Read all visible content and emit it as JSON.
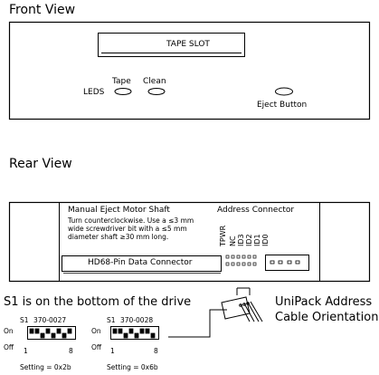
{
  "front": {
    "title": "Front View",
    "tape_slot": "TAPE SLOT",
    "leds_label": "LEDS",
    "tape_led": "Tape",
    "clean_led": "Clean",
    "eject_button": "Eject Button"
  },
  "rear": {
    "title": "Rear View",
    "motor_shaft_title": "Manual Eject Motor Shaft",
    "motor_note_1": "Turn counterclockwise. Use a ≤3 mm",
    "motor_note_2": "wide screwdriver bit with a ≤5 mm",
    "motor_note_3": "diameter shaft ≥30 mm long.",
    "address_connector": "Address Connector",
    "pins": [
      "TPWR",
      "NC",
      "ID3",
      "ID2",
      "ID1",
      "ID0"
    ],
    "data_connector": "HD68-Pin Data Connector"
  },
  "switches": {
    "note": "S1 is on the bottom of the drive",
    "on_label": "On",
    "off_label": "Off",
    "left": {
      "name": "S1",
      "part": "370-0027",
      "low": "1",
      "high": "8",
      "setting": "Setting = 0x2b"
    },
    "right": {
      "name": "S1",
      "part": "370-0028",
      "low": "1",
      "high": "8",
      "setting": "Setting = 0x6b"
    }
  },
  "unipack": {
    "line1": "UniPack Address",
    "line2": "Cable Orientation"
  }
}
